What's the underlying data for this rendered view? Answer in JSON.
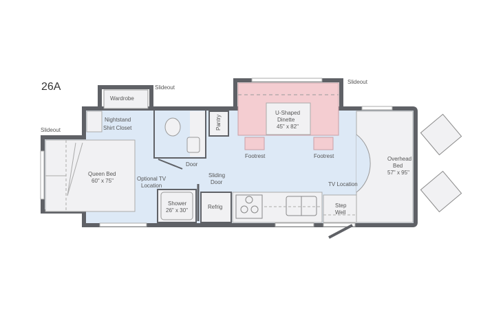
{
  "model": "26A",
  "colors": {
    "wall": "#5f6166",
    "floor": "#dde9f6",
    "furniture": "#f1f1f3",
    "dinette": "#f4cdd1",
    "text": "#555555"
  },
  "labels": {
    "wardrobe": "Wardrobe",
    "slideout_left_top": "Slideout",
    "slideout_left": "Slideout",
    "slideout_right": "Slideout",
    "nightstand": "Nightstand",
    "shirt_closet": "Shirt Closet",
    "queen_bed": "Queen Bed",
    "queen_bed_size": "60\" x 75\"",
    "optional_tv": "Optional TV",
    "optional_tv_2": "Location",
    "door": "Door",
    "pantry": "Pantry",
    "sliding_door": "Sliding",
    "sliding_door_2": "Door",
    "shower": "Shower",
    "shower_size": "26\" x 30\"",
    "refrig": "Refrig",
    "dinette": "U-Shaped",
    "dinette_2": "Dinette",
    "dinette_size": "45\" x 82\"",
    "footrest_left": "Footrest",
    "footrest_right": "Footrest",
    "tv_location": "TV Location",
    "step": "Step",
    "well": "Well",
    "overhead_bed": "Overhead",
    "overhead_bed_2": "Bed",
    "overhead_bed_size": "57\" x 95\""
  }
}
